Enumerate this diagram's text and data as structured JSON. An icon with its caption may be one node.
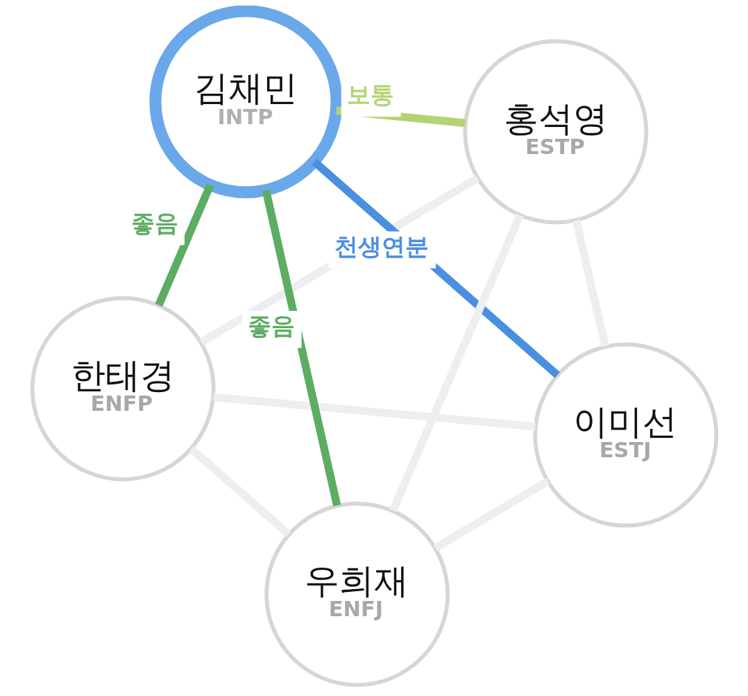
{
  "diagram": {
    "nodes": [
      {
        "text": [
          "한태경",
          "ENFP"
        ]
      },
      {
        "text": [
          "이미선",
          "ESTJ"
        ]
      },
      {
        "text": [
          "우희재",
          "ENFJ"
        ]
      },
      {
        "text": [
          "김채민",
          "INTP"
        ]
      },
      {
        "text": [
          "홍석영",
          "ESTP"
        ]
      }
    ],
    "edges": [
      {
        "from": 1,
        "to": 0,
        "arrow": "none"
      },
      {
        "from": 0,
        "to": 2,
        "arrow": "none"
      },
      {
        "from": 0,
        "to": 4,
        "arrow": "none"
      },
      {
        "from": 1,
        "to": 2,
        "arrow": "none"
      },
      {
        "from": 1,
        "to": 4,
        "arrow": "none"
      },
      {
        "from": 2,
        "to": 4,
        "arrow": "none"
      },
      {
        "from": 1,
        "to": 3,
        "arrow": "none",
        "label": "천생연분",
        "color": "#4a8fe0"
      },
      {
        "from": 3,
        "to": 0,
        "arrow": "none",
        "label": "좋음",
        "color": "#5cad63"
      },
      {
        "from": 3,
        "to": 2,
        "arrow": "none",
        "label": "좋음",
        "color": "#5cad63"
      },
      {
        "from": 3,
        "to": 4,
        "arrow": "none",
        "label": "보통",
        "color": "#b5d373"
      }
    ]
  }
}
